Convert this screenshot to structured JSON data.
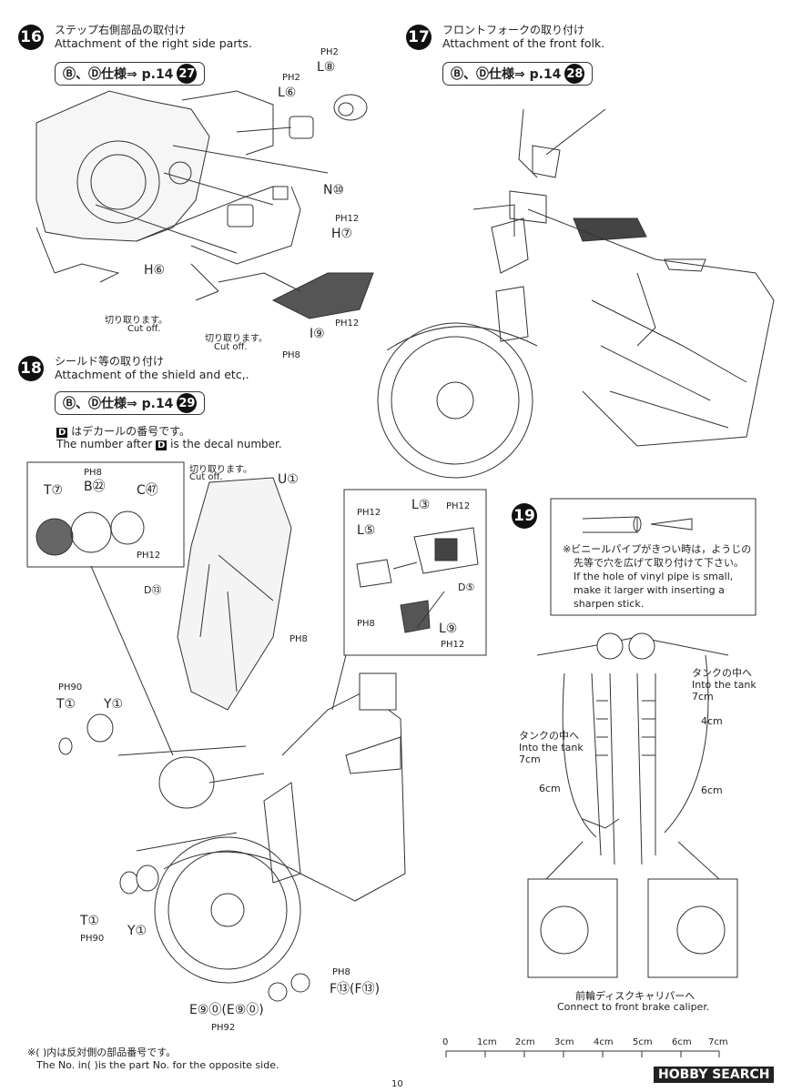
{
  "step16": {
    "num": "16",
    "title_jp": "ステップ右側部品の取付け",
    "title_en": "Attachment of the right side parts.",
    "spec": "Ⓑ、Ⓓ仕様⇒ p.14",
    "spec_ref": "27",
    "parts": {
      "ph2_top": "PH2",
      "l8": "L⑧",
      "ph2_mid": "PH2",
      "l6": "L⑥",
      "n10": "N⑩",
      "ph12a": "PH12",
      "h7": "H⑦",
      "h6": "H⑥",
      "ph12b": "PH12",
      "i9": "I⑨",
      "ph8": "PH8"
    },
    "cut1_jp": "切り取ります。",
    "cut1_en": "Cut off.",
    "cut2_jp": "切り取ります。",
    "cut2_en": "Cut off."
  },
  "step17": {
    "num": "17",
    "title_jp": "フロントフォークの取り付け",
    "title_en": "Attachment of the front folk.",
    "spec": "Ⓑ、Ⓓ仕様⇒ p.14",
    "spec_ref": "28"
  },
  "step18": {
    "num": "18",
    "title_jp": "シールド等の取り付け",
    "title_en": "Attachment of the shield and etc,.",
    "spec": "Ⓑ、Ⓓ仕様⇒ p.14",
    "spec_ref": "29",
    "decal_note_jp": "はデカールの番号です。",
    "decal_note_en_pre": "The number after",
    "decal_note_en_post": "is the decal number.",
    "decal_letter": "D",
    "parts": {
      "ph8_a": "PH8",
      "t7": "T⑦",
      "b22": "B㉒",
      "c57": "C㊼",
      "ph12_a": "PH12",
      "cut_jp": "切り取ります。",
      "cut_en": "Cut off.",
      "u1": "U①",
      "d13": "D⑬",
      "ph8_b": "PH8",
      "ph12_box": "PH12",
      "l3": "L③",
      "ph12_c": "PH12",
      "l5": "L⑤",
      "d5": "D⑤",
      "ph8_c": "PH8",
      "l9": "L⑨",
      "ph12_d": "PH12",
      "ph90_a": "PH90",
      "t1_a": "T①",
      "y1_a": "Y①",
      "t1_b": "T①",
      "ph90_b": "PH90",
      "y1_b": "Y①",
      "ph8_d": "PH8",
      "f13": "F⑬(F⑬)",
      "e90": "E⑨⓪(E⑨⓪)",
      "ph92": "PH92"
    }
  },
  "step19": {
    "num": "19",
    "note_jp_1": "※ビニールパイプがきつい時は，ようじの",
    "note_jp_2": "先等で穴を広げて取り付けて下さい。",
    "note_en_1": "If the hole of vinyl pipe is small,",
    "note_en_2": "make it larger with inserting a",
    "note_en_3": "sharpen stick.",
    "tank_right_jp": "タンクの中へ",
    "tank_right_en": "Into the tank",
    "tank_right_len": "7cm",
    "len_4cm": "4cm",
    "tank_left_jp": "タンクの中へ",
    "tank_left_en": "Into the tank",
    "tank_left_len": "7cm",
    "len_6cm_left": "6cm",
    "len_6cm_right": "6cm",
    "caption_jp": "前輪ディスクキャリパーへ",
    "caption_en": "Connect to front brake caliper."
  },
  "ruler": {
    "ticks": [
      "0",
      "1cm",
      "2cm",
      "3cm",
      "4cm",
      "5cm",
      "6cm",
      "7cm"
    ]
  },
  "footer": {
    "note_jp": "※(  )内は反対側の部品番号です。",
    "note_en_pre": "The No. in(   )is the part No. for the opposite side.",
    "page": "10",
    "watermark": "HOBBY SEARCH"
  }
}
